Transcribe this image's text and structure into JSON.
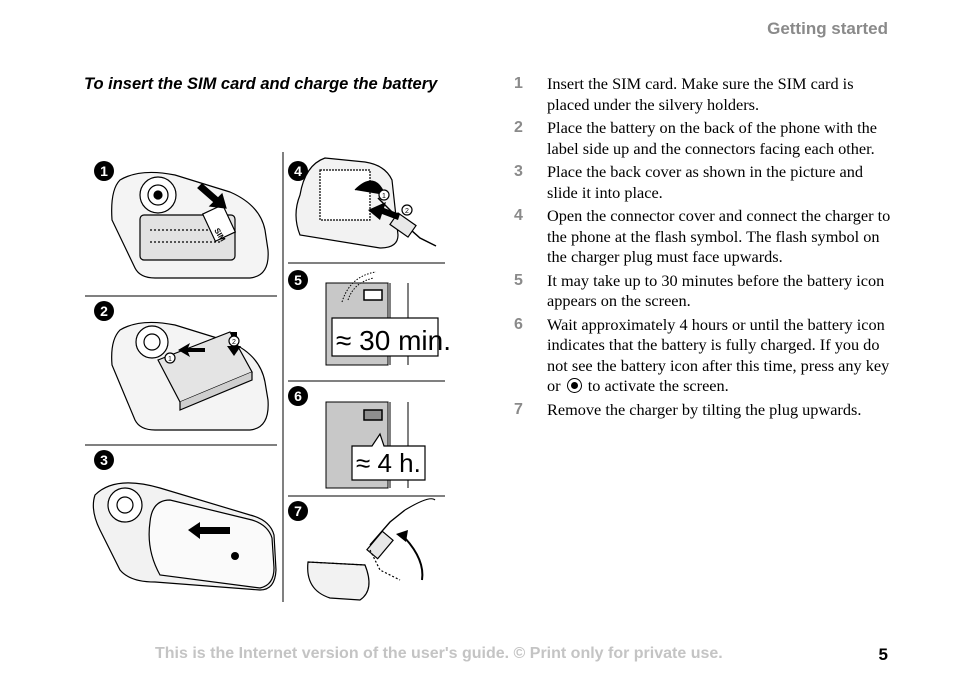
{
  "header": {
    "section": "Getting started"
  },
  "section_title": "To insert the SIM card and charge the battery",
  "illustration": {
    "panel_numbers": [
      "1",
      "2",
      "3",
      "4",
      "5",
      "6",
      "7"
    ],
    "sim_label": "SIM",
    "sub_markers": [
      "1",
      "2"
    ],
    "time_30": "≈ 30 min.",
    "time_4h": "≈ 4 h."
  },
  "steps": [
    {
      "num": "1",
      "text": "Insert the SIM card. Make sure the SIM card is placed under the silvery holders."
    },
    {
      "num": "2",
      "text": "Place the battery on the back of the phone with the label side up and the connectors facing each other."
    },
    {
      "num": "3",
      "text": "Place the back cover as shown in the picture and slide it into place."
    },
    {
      "num": "4",
      "text": "Open the connector cover and connect the charger to the phone at the flash symbol. The flash symbol on the charger plug must face upwards."
    },
    {
      "num": "5",
      "text": "It may take up to 30 minutes before the battery icon appears on the screen."
    },
    {
      "num": "6",
      "text_before": "Wait approximately 4 hours or until the battery icon indicates that the battery is fully charged. If you do not see the battery icon after this time, press any key or",
      "text_after": "to activate the screen.",
      "icon": "navigation-key-icon"
    },
    {
      "num": "7",
      "text": "Remove the charger by tilting the plug upwards."
    }
  ],
  "footer": {
    "notice": "This is the Internet version of the user's guide. © Print only for private use.",
    "page": "5"
  }
}
